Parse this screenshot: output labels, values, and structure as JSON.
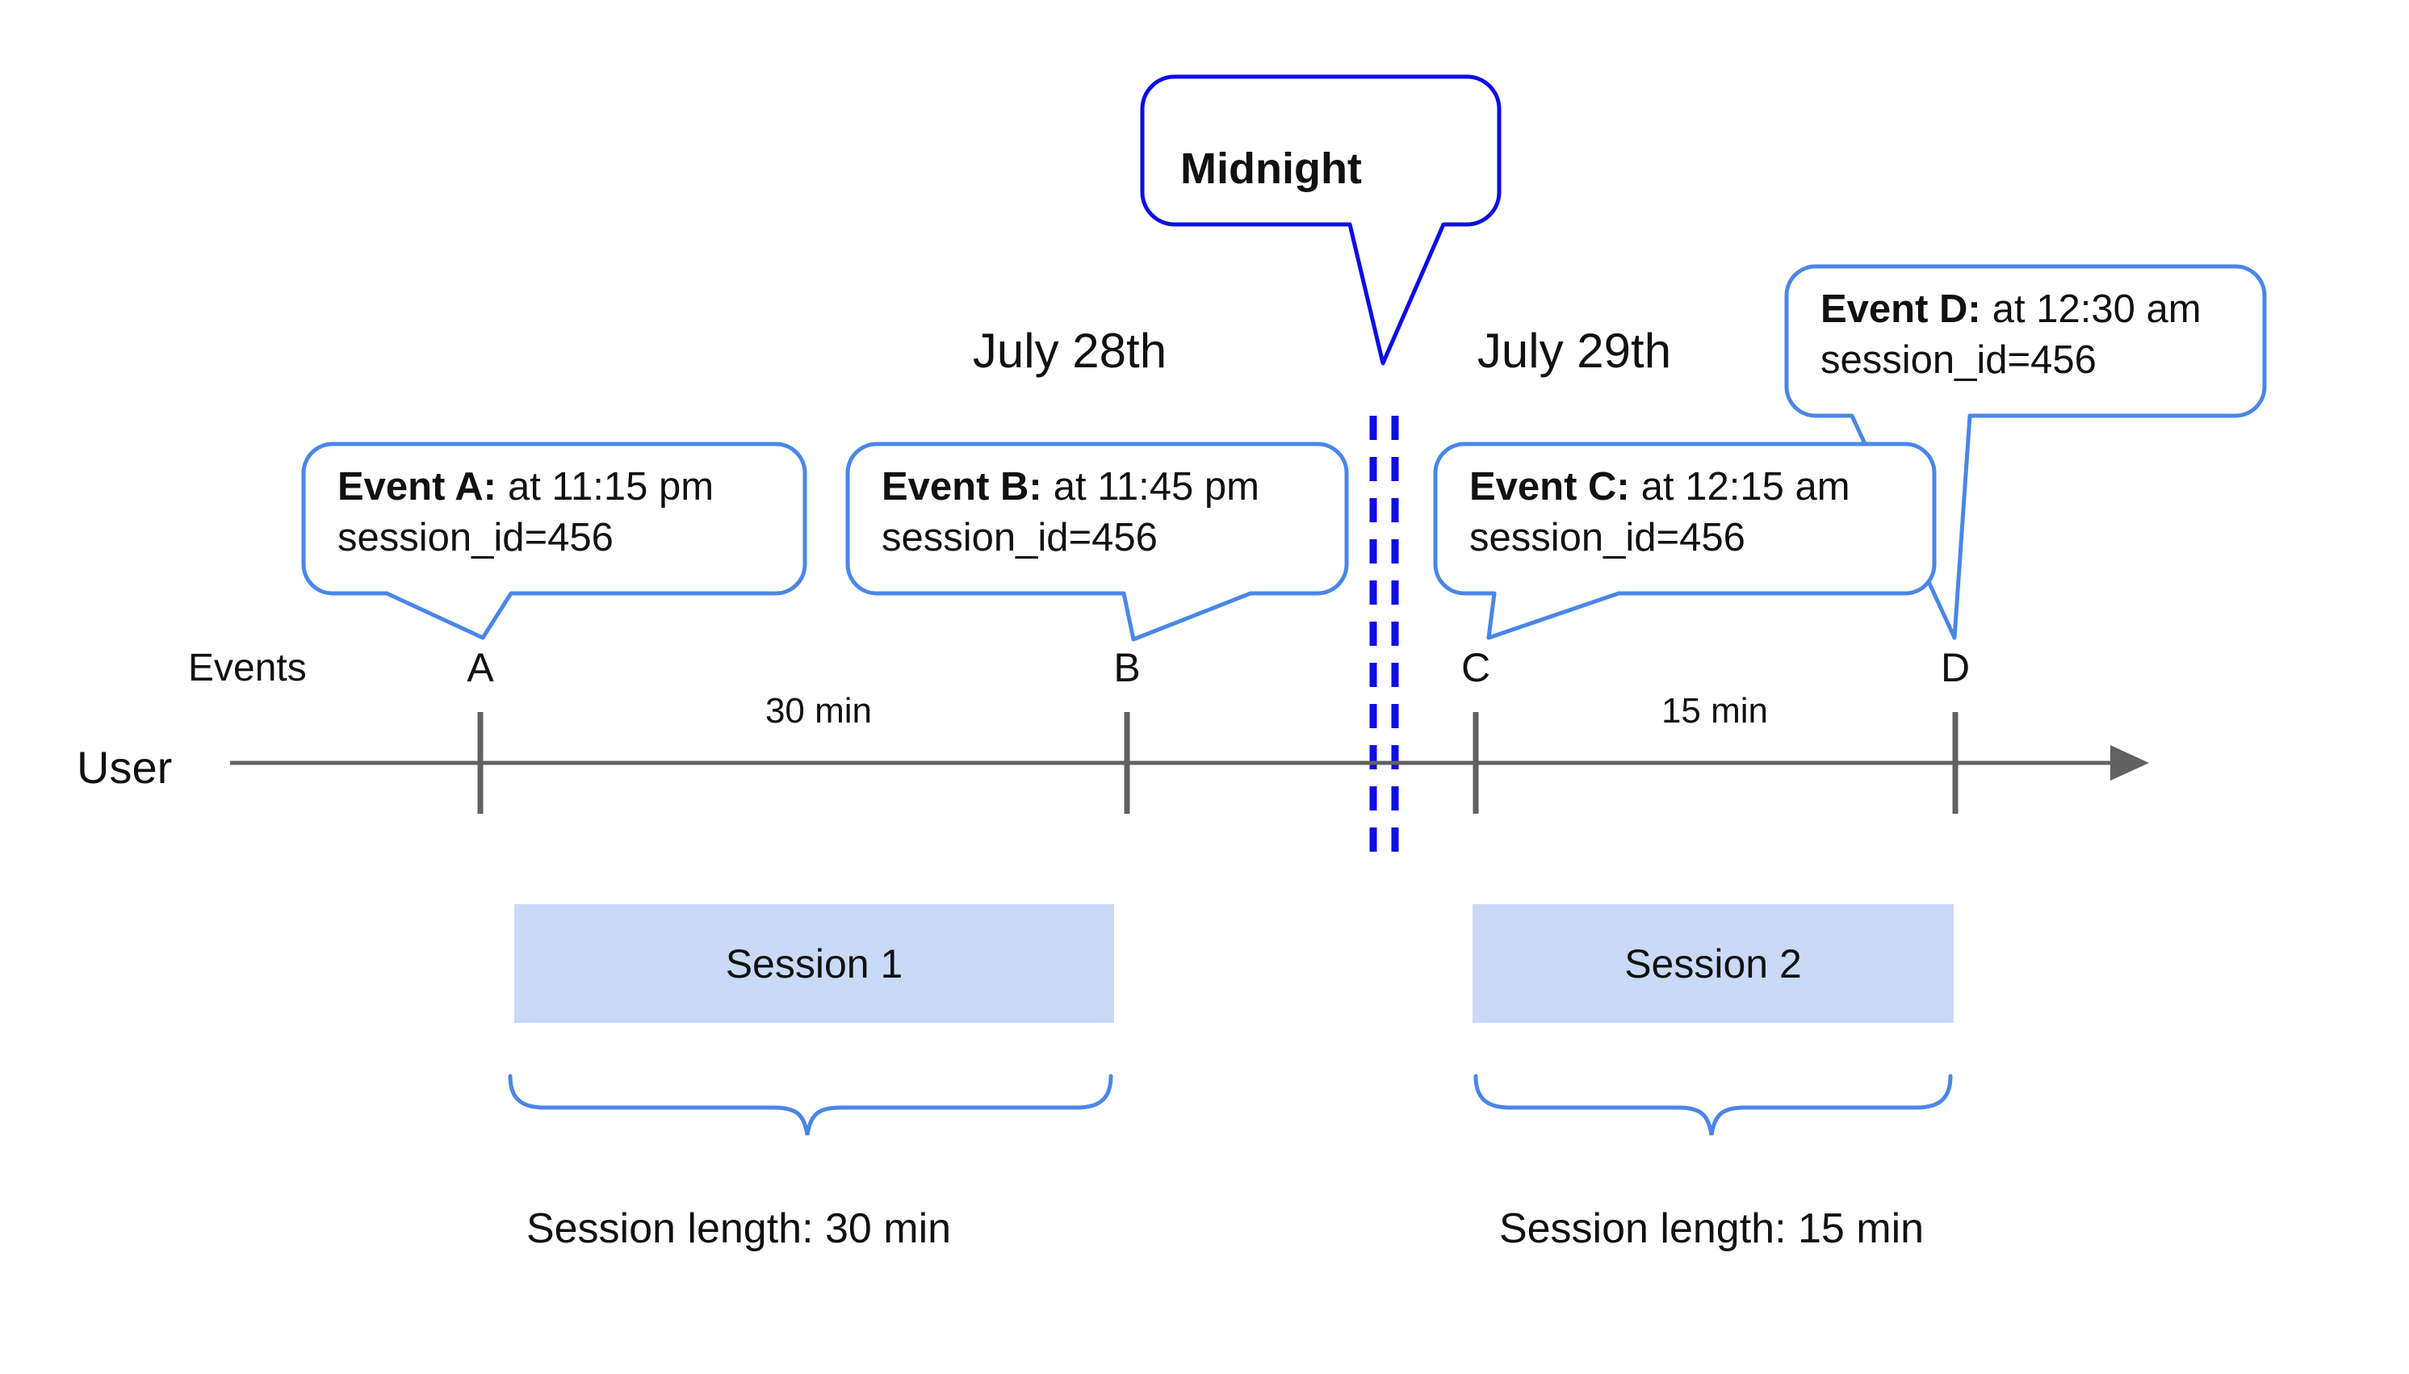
{
  "diagram": {
    "midnight": {
      "label": "Midnight"
    },
    "dates": {
      "before": "July 28th",
      "after": "July 29th"
    },
    "events": [
      {
        "marker": "A",
        "label": "Event A:",
        "time": "at 11:15 pm",
        "session_id": "session_id=456"
      },
      {
        "marker": "B",
        "label": "Event B:",
        "time": "at 11:45 pm",
        "session_id": "session_id=456"
      },
      {
        "marker": "C",
        "label": "Event C:",
        "time": "at 12:15 am",
        "session_id": "session_id=456"
      },
      {
        "marker": "D",
        "label": "Event D:",
        "time": "at 12:30 am",
        "session_id": "session_id=456"
      }
    ],
    "axis": {
      "row_label": "Events",
      "user_label": "User",
      "gaps": [
        {
          "label": "30 min"
        },
        {
          "label": "15 min"
        }
      ]
    },
    "sessions": [
      {
        "name": "Session 1",
        "length": "Session length: 30 min"
      },
      {
        "name": "Session 2",
        "length": "Session length: 15 min"
      }
    ],
    "colors": {
      "bright_blue": "#0d0de8",
      "soft_blue": "#4a86e8",
      "session_fill": "#c9daf8",
      "axis_gray": "#616161",
      "white": "#ffffff"
    }
  }
}
